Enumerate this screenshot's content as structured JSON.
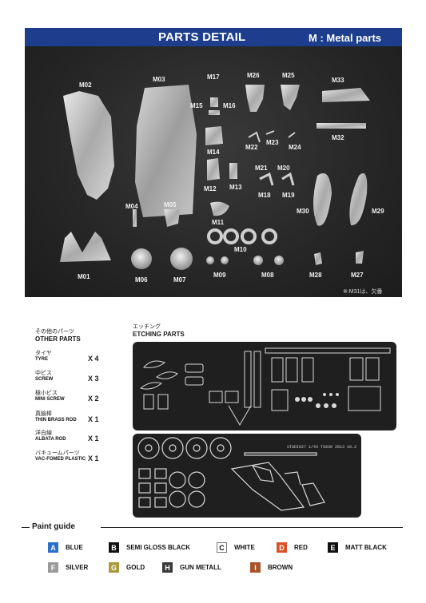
{
  "banner": {
    "title": "PARTS DETAIL",
    "subtitle": "M : Metal parts"
  },
  "photo": {
    "labels": [
      "M02",
      "M03",
      "M17",
      "M15",
      "M16",
      "M26",
      "M25",
      "M33",
      "M14",
      "M22",
      "M23",
      "M24",
      "M32",
      "M21",
      "M20",
      "M12",
      "M13",
      "M18",
      "M19",
      "M30",
      "M29",
      "M04",
      "M05",
      "M11",
      "M10",
      "M01",
      "M06",
      "M07",
      "M09",
      "M08",
      "M28",
      "M27"
    ],
    "note": "※:M31は、欠番"
  },
  "other_parts": {
    "title_jp": "その他のパーツ",
    "title_en": "OTHER PARTS",
    "items": [
      {
        "jp": "タイヤ",
        "en": "TYRE",
        "qty": "X 4"
      },
      {
        "jp": "中ビス",
        "en": "SCREW",
        "qty": "X 3"
      },
      {
        "jp": "極小ビス",
        "en": "MINI SCREW",
        "qty": "X 2"
      },
      {
        "jp": "真鍮棒",
        "en": "THIN BRASS ROD",
        "qty": "X 1"
      },
      {
        "jp": "洋白線",
        "en": "ALBATA ROD",
        "qty": "X 1"
      },
      {
        "jp": "バキュームパーツ",
        "en": "VAC-FOMED PLASTIC",
        "qty": "X 1"
      }
    ]
  },
  "etching": {
    "title_jp": "エッチング",
    "title_en": "ETCHING PARTS",
    "sheet_text": "STUDIO27 1/43 TS030 2013 10.2"
  },
  "paint_guide": {
    "title": "Paint guide",
    "colors": [
      {
        "code": "A",
        "name": "BLUE",
        "swatch": "#2a6fc9"
      },
      {
        "code": "B",
        "name": "SEMI GLOSS BLACK",
        "swatch": "#111111"
      },
      {
        "code": "C",
        "name": "WHITE",
        "swatch": "#ffffff"
      },
      {
        "code": "D",
        "name": "RED",
        "swatch": "#d9522a"
      },
      {
        "code": "E",
        "name": "MATT BLACK",
        "swatch": "#111111"
      },
      {
        "code": "F",
        "name": "SILVER",
        "swatch": "#9a9a9a"
      },
      {
        "code": "G",
        "name": "GOLD",
        "swatch": "#a89a3a"
      },
      {
        "code": "H",
        "name": "GUN METALL",
        "swatch": "#3a3a3a"
      },
      {
        "code": "I",
        "name": "BROWN",
        "swatch": "#a8552a"
      }
    ]
  }
}
